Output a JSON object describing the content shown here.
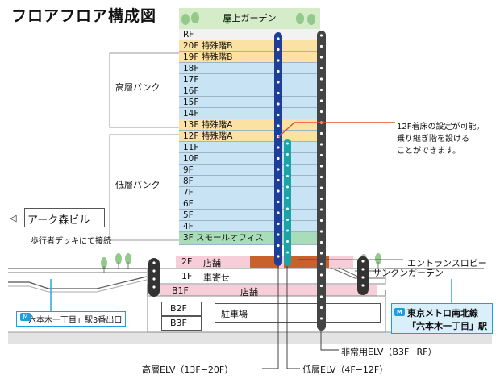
{
  "title": "フロアフロア構成図",
  "roof_garden": "屋上ガーデン",
  "floors": [
    {
      "name": "RF",
      "kind": "rf"
    },
    {
      "name": "20F 特殊階B",
      "kind": "yel"
    },
    {
      "name": "19F 特殊階B",
      "kind": "yel"
    },
    {
      "name": "18F",
      "kind": "blue"
    },
    {
      "name": "17F",
      "kind": "blue"
    },
    {
      "name": "16F",
      "kind": "blue"
    },
    {
      "name": "15F",
      "kind": "blue"
    },
    {
      "name": "14F",
      "kind": "blue"
    },
    {
      "name": "13F 特殊階A",
      "kind": "yel"
    },
    {
      "name": "12F 特殊階A",
      "kind": "yel"
    },
    {
      "name": "11F",
      "kind": "blue"
    },
    {
      "name": "10F",
      "kind": "blue"
    },
    {
      "name": "9F",
      "kind": "blue"
    },
    {
      "name": "8F",
      "kind": "blue"
    },
    {
      "name": "7F",
      "kind": "blue"
    },
    {
      "name": "6F",
      "kind": "blue"
    },
    {
      "name": "5F",
      "kind": "blue"
    },
    {
      "name": "4F",
      "kind": "blue"
    },
    {
      "name": "3F スモールオフィス",
      "kind": "grn"
    }
  ],
  "high_bank": "高層バンク",
  "low_bank": "低層バンク",
  "ark_hills": "アーク森ビル",
  "ark_hills_arrow": "◁",
  "deck_note": "歩行者デッキにて接続",
  "note_lines": [
    "12F着床の設定が可能。",
    "乗り継ぎ階を設ける",
    "ことができます。"
  ],
  "f2": "2F",
  "f2_shop": "店舗",
  "f1": "1F",
  "f1_label": "車寄せ",
  "b1f": "B1F",
  "b1_shop": "店舗",
  "b2f": "B2F",
  "b3f": "B3F",
  "parking": "駐車場",
  "entrance": "エントランスロビー",
  "sunken": "サンクンガーデン",
  "station_left": "「六本木一丁目」駅3番出口",
  "station_right_1": "東京メトロ南北線",
  "station_right_2": "「六本木一丁目」駅",
  "metro_badge": "M",
  "elv_emergency": "非常用ELV（B3F−RF）",
  "elv_high": "高層ELV（13F−20F）",
  "elv_low": "低層ELV（4F−12F）",
  "colors": {
    "high_elv": "#1d3f9a",
    "low_elv": "#1aa4a8",
    "emergency": "#444444",
    "note_line": "#e8502a"
  }
}
